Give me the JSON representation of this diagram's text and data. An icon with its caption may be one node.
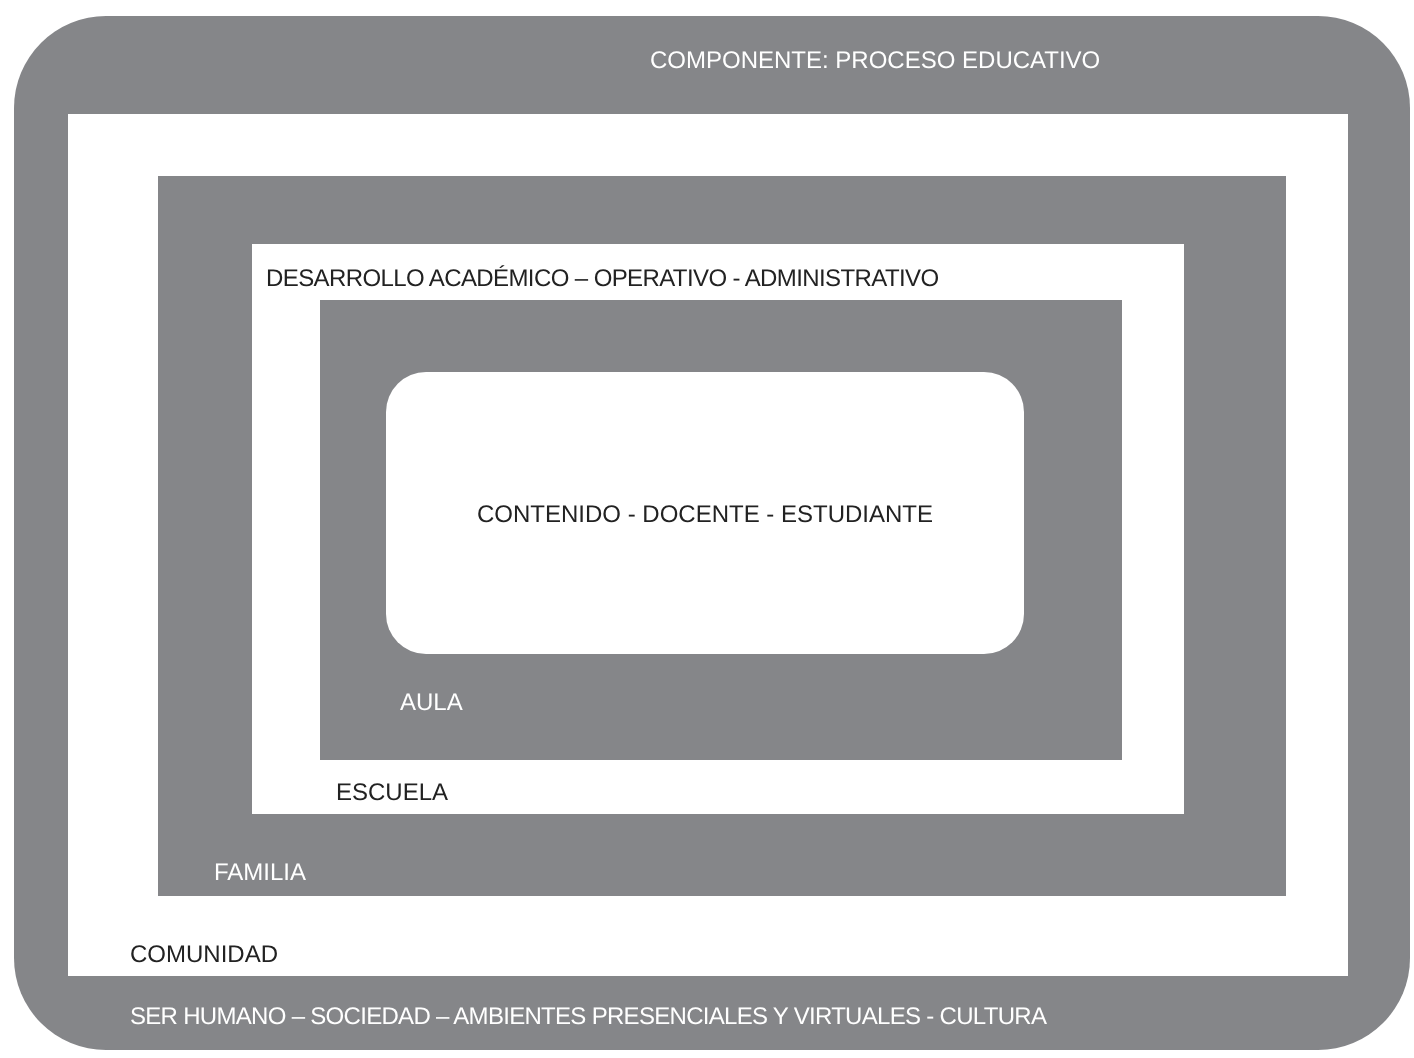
{
  "diagram": {
    "nodes": [
      {
        "text": [
          "COMPONENTE: PROCESO EDUCATIVO",
          "SER HUMANO – SOCIEDAD – AMBIENTES PRESENCIALES Y VIRTUALES - CULTURA"
        ]
      },
      {
        "text": [
          "COMUNIDAD"
        ],
        "in": 0
      },
      {
        "text": [
          "FAMILIA"
        ],
        "in": 1
      },
      {
        "text": [
          "DESARROLLO ACADÉMICO – OPERATIVO - ADMINISTRATIVO",
          "ESCUELA"
        ],
        "in": 2
      },
      {
        "text": [
          "AULA"
        ],
        "in": 3
      },
      {
        "text": [
          "CONTENIDO - DOCENTE - ESTUDIANTE"
        ],
        "in": 4
      }
    ]
  }
}
